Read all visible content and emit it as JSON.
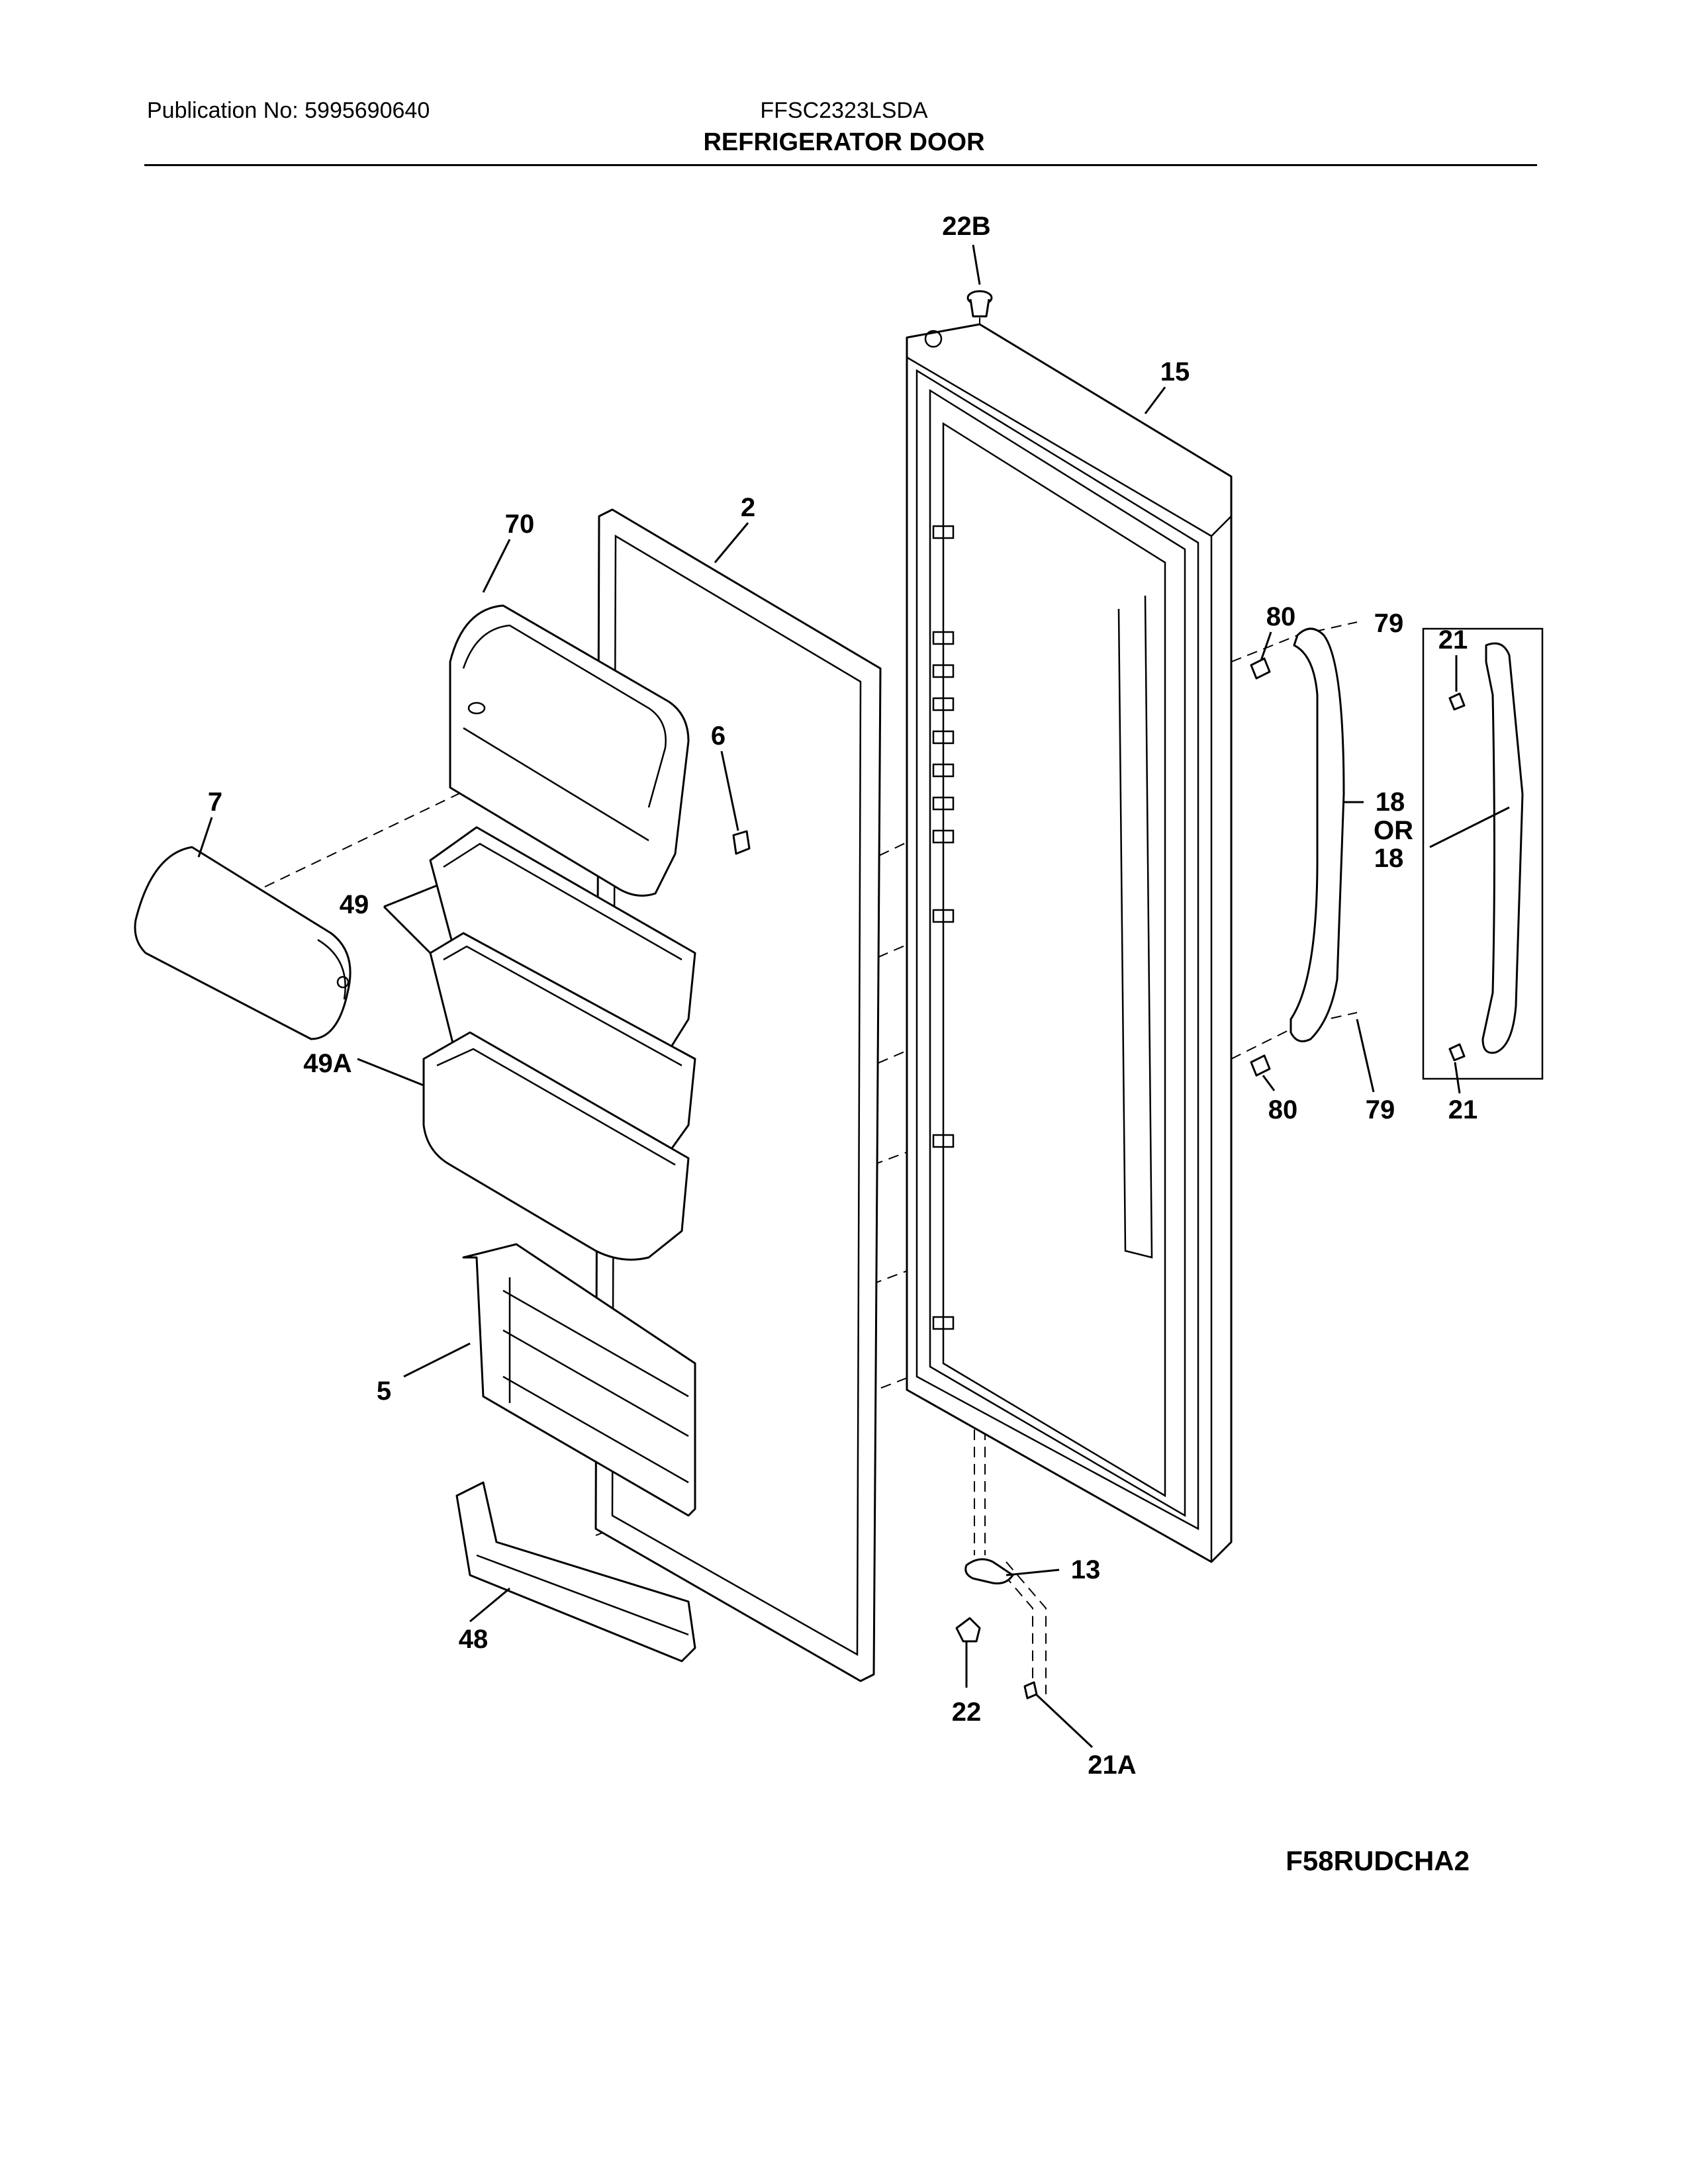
{
  "header": {
    "publication": "Publication No: 5995690640",
    "model": "FFSC2323LSDA",
    "title": "REFRIGERATOR DOOR"
  },
  "diagram_code": "F58RUDCHA2",
  "callouts": {
    "c22b": "22B",
    "c15": "15",
    "c70": "70",
    "c2": "2",
    "c80a": "80",
    "c79a": "79",
    "c21a": "21",
    "c6": "6",
    "c7": "7",
    "c49": "49",
    "c18a": "18",
    "cor": "OR",
    "c18b": "18",
    "c49a": "49A",
    "c80b": "80",
    "c79b": "79",
    "c21b": "21",
    "c5": "5",
    "c13": "13",
    "c48": "48",
    "c22": "22",
    "c21aa": "21A"
  }
}
